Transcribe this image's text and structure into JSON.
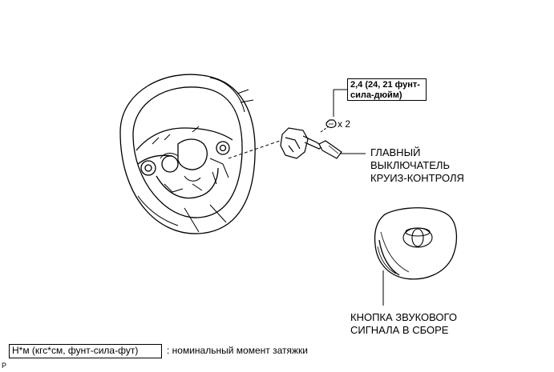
{
  "torque": {
    "line1": "2,4 (24, 21 фунт-",
    "line2": "сила-дюйм)"
  },
  "bolt_qty": "x 2",
  "cruise_switch": {
    "line1": "ГЛАВНЫЙ",
    "line2": "ВЫКЛЮЧАТЕЛЬ",
    "line3": "КРУИЗ-КОНТРОЛЯ"
  },
  "horn_button": {
    "line1": "КНОПКА ЗВУКОВОГО",
    "line2": "СИГНАЛА В СБОРЕ"
  },
  "legend": {
    "unit": "Н*м (кгс*см, фунт-сила-фут)",
    "description": ": номинальный момент затяжки"
  },
  "corner_mark": "P"
}
